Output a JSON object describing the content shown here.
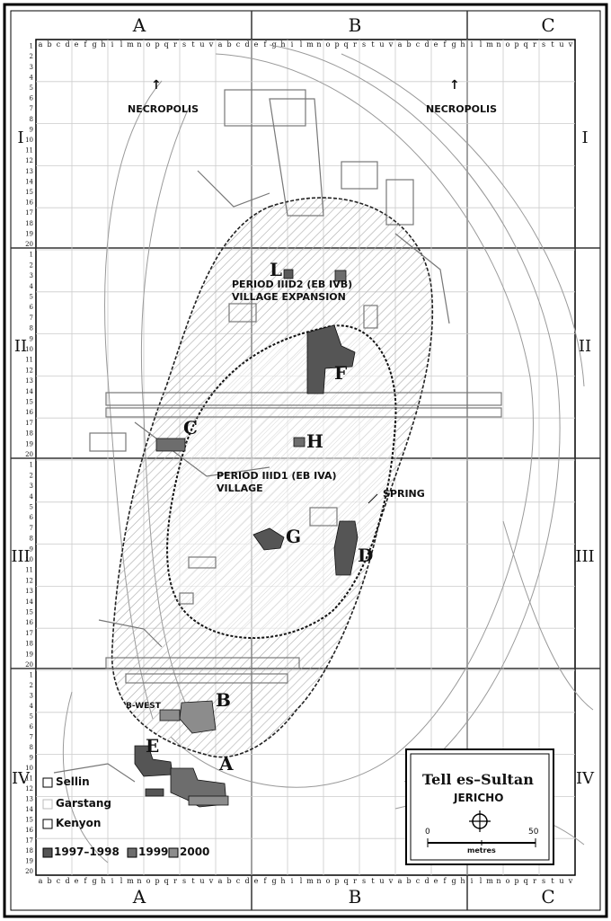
{
  "grid": {
    "columns": [
      "A",
      "B",
      "C"
    ],
    "rows": [
      "I",
      "II",
      "III",
      "IV"
    ],
    "minor_letters": [
      "a",
      "b",
      "c",
      "d",
      "e",
      "f",
      "g",
      "h",
      "i",
      "l",
      "m",
      "n",
      "o",
      "p",
      "q",
      "r",
      "s",
      "t",
      "u",
      "v"
    ],
    "minor_numbers": [
      "1",
      "2",
      "3",
      "4",
      "5",
      "6",
      "7",
      "8",
      "9",
      "10",
      "11",
      "12",
      "13",
      "14",
      "15",
      "16",
      "17",
      "18",
      "19",
      "20"
    ]
  },
  "labels": {
    "necropolis_left": "NECROPOLIS",
    "necropolis_right": "NECROPOLIS",
    "period_iiid2_line1": "PERIOD IIID2 (EB IVB)",
    "period_iiid2_line2": "VILLAGE EXPANSION",
    "period_iiid1_line1": "PERIOD IIID1 (EB IVA)",
    "period_iiid1_line2": "VILLAGE",
    "spring": "SPRING",
    "b_west": "B-WEST",
    "arrow_up": "↑"
  },
  "areas": [
    "L",
    "F",
    "C",
    "H",
    "G",
    "D",
    "B",
    "E",
    "A"
  ],
  "legend": {
    "excavators": [
      "Sellin",
      "Garstang",
      "Kenyon"
    ],
    "seasons": [
      "1997–1998",
      "1999",
      "2000"
    ],
    "season_colors": [
      "#555555",
      "#6d6d6d",
      "#8c8c8c"
    ]
  },
  "title_box": {
    "title": "Tell es–Sultan",
    "subtitle": "JERICHO",
    "scale_min": "0",
    "scale_max": "50",
    "scale_unit": "metres"
  }
}
